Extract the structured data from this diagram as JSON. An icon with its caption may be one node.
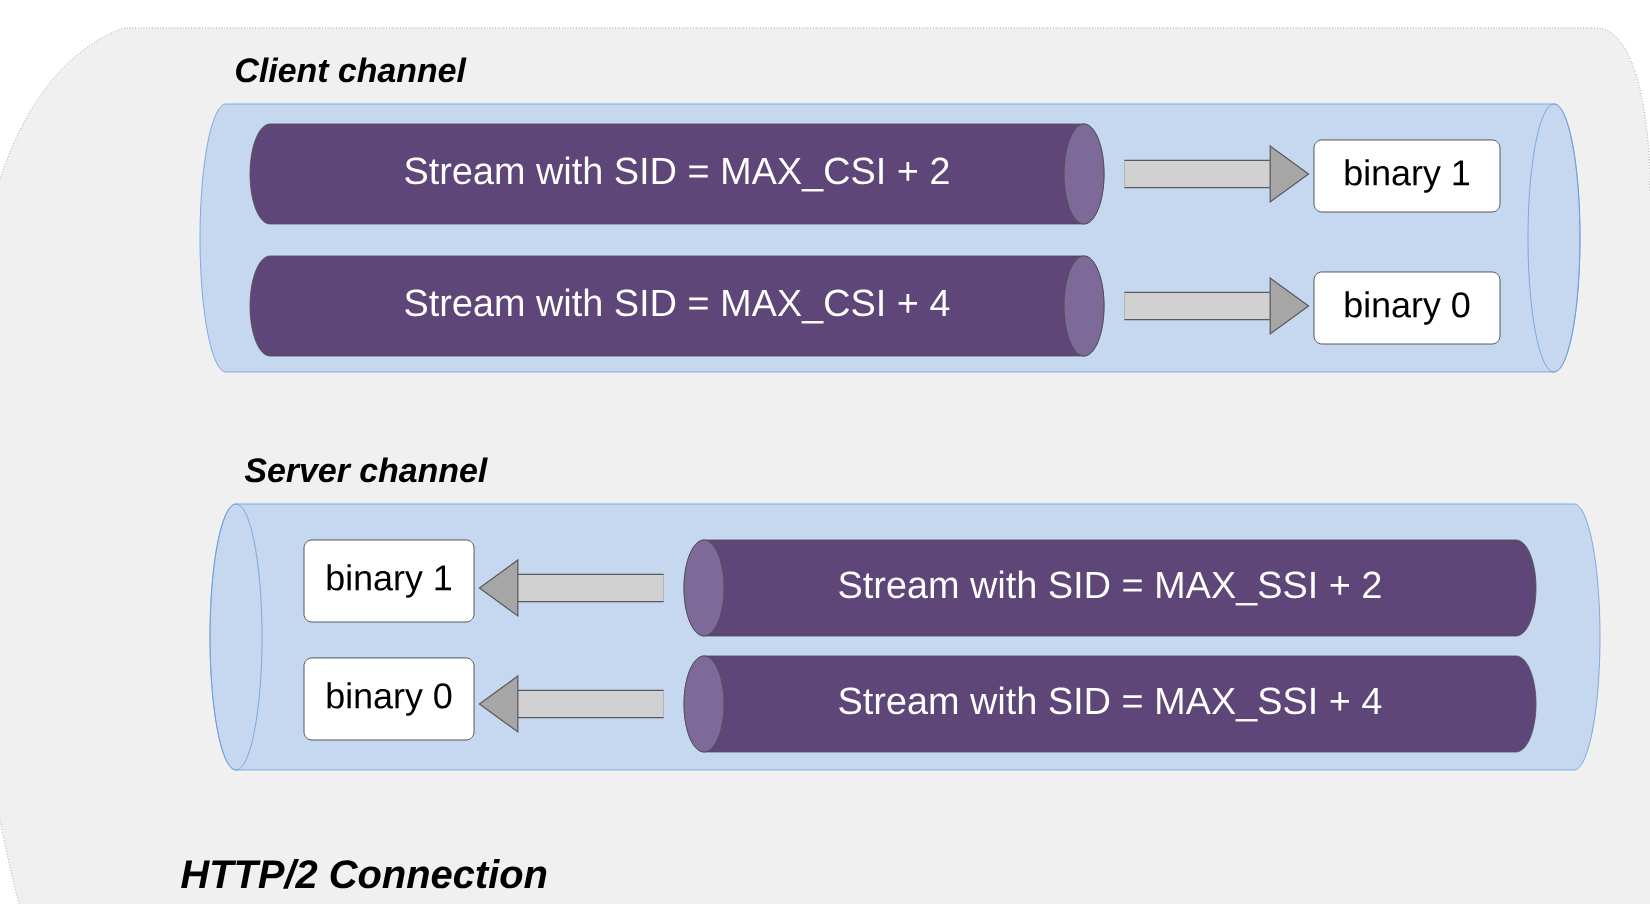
{
  "diagram": {
    "nodes": [
      {
        "text": [
          "HTTP/2 Connection"
        ]
      },
      {
        "text": [
          "Client channel"
        ],
        "in": 0
      },
      {
        "text": [
          "Stream with SID = MAX_CSI + 2"
        ],
        "in": 1
      },
      {
        "text": [
          "binary 1"
        ],
        "in": 1
      },
      {
        "text": [
          "Stream with SID = MAX_CSI + 4"
        ],
        "in": 1
      },
      {
        "text": [
          "binary 0"
        ],
        "in": 1
      },
      {
        "text": [
          "Server channel"
        ],
        "in": 0
      },
      {
        "text": [
          "binary 1"
        ],
        "in": 6
      },
      {
        "text": [
          "Stream with SID = MAX_SSI + 2"
        ],
        "in": 6
      },
      {
        "text": [
          "binary 0"
        ],
        "in": 6
      },
      {
        "text": [
          "Stream with SID = MAX_SSI + 4"
        ],
        "in": 6
      }
    ],
    "edges": [
      {
        "from": 2,
        "to": 3,
        "arrow": "to"
      },
      {
        "from": 4,
        "to": 5,
        "arrow": "to"
      },
      {
        "from": 8,
        "to": 7,
        "arrow": "to"
      },
      {
        "from": 10,
        "to": 9,
        "arrow": "to"
      }
    ]
  }
}
